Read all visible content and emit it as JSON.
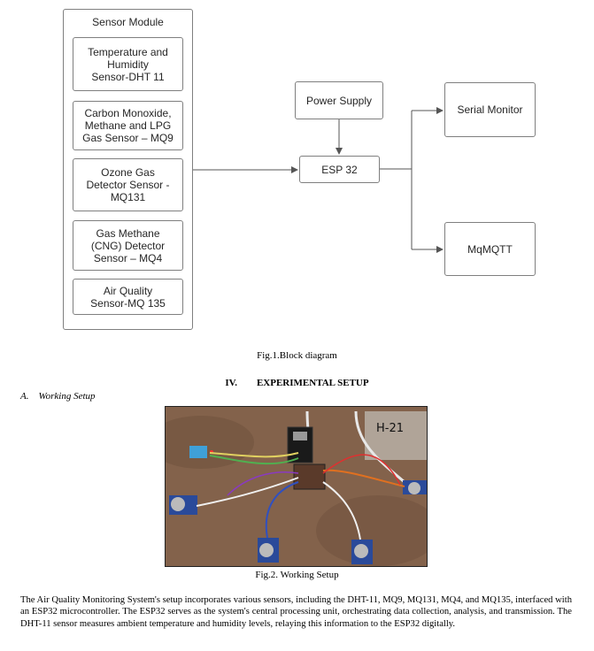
{
  "diagram": {
    "module_title": "Sensor Module",
    "sensors": [
      "Temperature and\nHumidity\nSensor-DHT 11",
      "Carbon Monoxide,\nMethane and LPG\nGas Sensor – MQ9",
      "Ozone Gas\nDetector Sensor -\nMQ131",
      "Gas Methane\n(CNG) Detector\nSensor – MQ4",
      "Air Quality\nSensor-MQ 135"
    ],
    "power_supply": "Power Supply",
    "esp32": "ESP 32",
    "serial_monitor": "Serial Monitor",
    "mqmqtt": "MqMQTT"
  },
  "fig1_caption": "Fig.1.Block diagram",
  "section_heading": "IV.        EXPERIMENTAL SETUP",
  "subsection": "A.    Working Setup",
  "photo_label": "H-21",
  "fig2_caption": "Fig.2. Working Setup",
  "paragraph": "The Air Quality Monitoring System's setup incorporates various sensors, including the DHT-11, MQ9, MQ131, MQ4, and MQ135, interfaced with an ESP32 microcontroller. The ESP32 serves as the system's central processing unit, orchestrating data collection, analysis, and transmission. The DHT-11 sensor measures ambient temperature and humidity levels, relaying this information to the ESP32 digitally."
}
